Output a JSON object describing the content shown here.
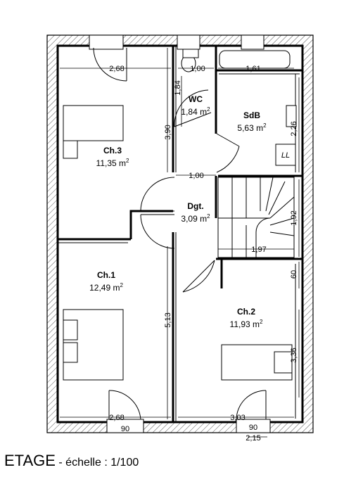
{
  "rooms": {
    "ch3": {
      "name": "Ch.3",
      "area": "11,35 m",
      "sup": "2"
    },
    "wc": {
      "name": "WC",
      "area": "1,84 m",
      "sup": "2"
    },
    "sdb": {
      "name": "SdB",
      "area": "5,63 m",
      "sup": "2"
    },
    "dgt": {
      "name": "Dgt.",
      "area": "3,09 m",
      "sup": "2"
    },
    "ch1": {
      "name": "Ch.1",
      "area": "12,49 m",
      "sup": "2"
    },
    "ch2": {
      "name": "Ch.2",
      "area": "11,93 m",
      "sup": "2"
    }
  },
  "dims": {
    "ch3_width": "2,68",
    "wc_width": "1,00",
    "sdb_width": "1,61",
    "wc_depth": "1,84",
    "ch3_depth": "3,90",
    "sdb_right": "2,26",
    "dgt_width": "1,00",
    "stair_height": "1,92",
    "stair_width": "1,97",
    "ch2_top": "60",
    "ch1_depth": "5,13",
    "ch2_right": "3,36",
    "ch1_width": "2,68",
    "ch2_width": "3,03",
    "win1": "90",
    "win2": "90",
    "win3": "2,15"
  },
  "fixtures": {
    "washer": "LL"
  },
  "caption": {
    "title": "ETAGE",
    "scale": " - échelle : 1/100"
  },
  "colors": {
    "wall": "#000000",
    "hatch": "#555555",
    "paper": "#ffffff"
  }
}
